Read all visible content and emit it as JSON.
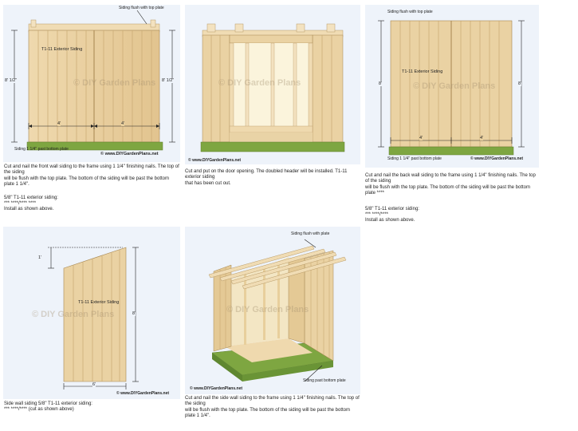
{
  "panel1": {
    "top_label": "Siding flush with top plate",
    "siding_label": "T1-11 Exterior Siding",
    "bottom_label": "Siding 1 1/4\" past bottom plate",
    "dim_left": "8' 1/2\"",
    "dim_right": "8' 1/2\"",
    "dim_seg1": "4'",
    "dim_seg2": "4'",
    "credit": "© www.DIYGardenPlans.net",
    "watermark": "© DIY Garden Plans"
  },
  "panel2": {
    "credit": "© www.DIYGardenPlans.net",
    "watermark": "© DIY Garden Plans"
  },
  "panel3": {
    "top_label": "Siding flush with top plate",
    "siding_label": "T1-11 Exterior Siding",
    "bottom_label": "Siding 1 1/4\" past bottom plate",
    "dim_left": "8'",
    "dim_right": "8'",
    "dim_seg1": "4'",
    "dim_seg2": "4'",
    "credit": "© www.DIYGardenPlans.net",
    "watermark": "© DIY Garden Plans"
  },
  "panel4": {
    "siding_label": "T1-11 Exterior Siding",
    "dim_left": "1'",
    "dim_right": "8'",
    "dim_bottom": "6'",
    "credit": "© www.DIYGardenPlans.net",
    "watermark": "© DIY Garden Plans"
  },
  "panel5": {
    "top_label": "Siding flush with plate",
    "bottom_label": "Siding past bottom plate",
    "credit": "© www.DIYGardenPlans.net",
    "watermark": "© DIY Garden Plans"
  },
  "captions": {
    "c1_line1": "Cut and nail the front wall siding to the frame using 1 1/4\" finishing nails. The top of the siding",
    "c1_line2": "will be flush with the top plate. The bottom of the siding will be past the bottom plate 1 1/4\".",
    "c1_line3": "5/8\" T1-11 exterior siding:",
    "c1_line4": "*** ****/**** ****",
    "c1_line5": "Install as shown above.",
    "c2_line1": "Cut and put on the door opening. The doubled header will be installed. T1-11 exterior siding",
    "c2_line2": "that has been cut out.",
    "c3_line1": "Cut and nail the back wall siding to the frame using 1 1/4\" finishing nails. The top of the siding",
    "c3_line2": "will be flush with the top plate. The bottom of the siding will be past the bottom plate ****",
    "c3_line3": "5/8\" T1-11 exterior siding:",
    "c3_line4": "*** ****/****",
    "c3_line5": "Install as shown above.",
    "c4_line1": "Side wall siding 5/8\" T1-11 exterior siding:",
    "c4_line2": "*** ****/**** (cut as shown above)",
    "c5_line1": "Cut and nail the side wall siding to the frame using 1 1/4\" finishing nails. The top of the siding",
    "c5_line2": "will be flush with the top plate. The bottom of the siding will be past the bottom plate 1 1/4\"."
  }
}
